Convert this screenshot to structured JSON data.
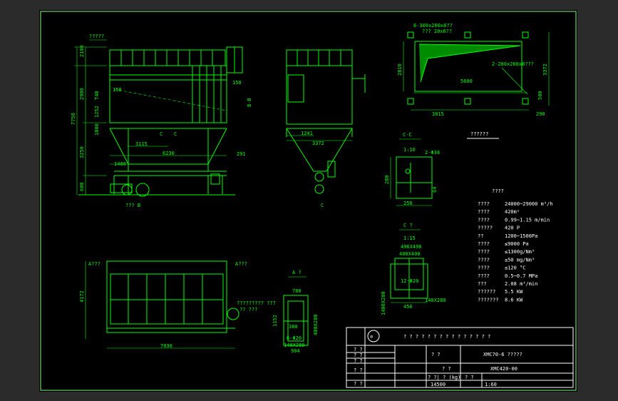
{
  "drawing": {
    "bg_outer": "#2b2b2b",
    "bg_paper": "#000000",
    "line_color": "#00ff00",
    "text_color": "#ffffff",
    "front_view": {
      "top_note": "?????",
      "dims_left": [
        "2100",
        "7758",
        "2900",
        "3250",
        "600"
      ],
      "inner_dims": [
        "T40",
        "1252",
        "1800",
        "150",
        "150",
        "1400",
        "3115",
        "6230",
        "291"
      ],
      "labels": [
        "B-B",
        "C",
        "C"
      ],
      "bottom_label": "??? B"
    },
    "side_view": {
      "dims": [
        "1241",
        "3372"
      ],
      "label": "C"
    },
    "top_right_view": {
      "notes": [
        "6-300x200x8??",
        "??? 20x6??"
      ],
      "note_inner": "2-280x200x8???",
      "dims": [
        "2810",
        "5600",
        "3015",
        "3372",
        "290",
        "500"
      ]
    },
    "section_cc": {
      "title": "C-C",
      "scale": "1:10",
      "note": "2-Φ38",
      "dims": [
        "250",
        "280",
        "64"
      ]
    },
    "section_note_title": "??????",
    "spec_title": "????",
    "specs": [
      {
        "label": "????",
        "value": "24000~29000 m³/h"
      },
      {
        "label": "????",
        "value": "420m²"
      },
      {
        "label": "????",
        "value": "0.99~1.15 m/min"
      },
      {
        "label": "?????",
        "value": "420 P"
      },
      {
        "label": "??",
        "value": "1200~1500Pa"
      },
      {
        "label": "????",
        "value": "≤9000 Pa"
      },
      {
        "label": "????",
        "value": "≤1300g/Nm³"
      },
      {
        "label": "????",
        "value": "≤50 mg/Nm³"
      },
      {
        "label": "????",
        "value": "≤120 °C"
      },
      {
        "label": "????",
        "value": "0.5~0.7 MPa"
      },
      {
        "label": "???",
        "value": "2.08 m³/min"
      },
      {
        "label": "??????",
        "value": "5.5 KW"
      },
      {
        "label": "???????",
        "value": "8.6 KW"
      }
    ],
    "section_c": {
      "title": "C ?",
      "scale": "1:15",
      "dims": [
        "496X496",
        "400X400",
        "12-Φ20",
        "456",
        "1400X280",
        "140X280"
      ]
    },
    "plan_view": {
      "label_a1": "A???",
      "label_a2": "A???",
      "note1": "????????? ???",
      "note2": "?? ???",
      "dims": [
        "4172",
        "7030"
      ]
    },
    "view_a": {
      "title": "A ?",
      "dims": [
        "780",
        "1152",
        "380",
        "6-Φ20",
        "400X280",
        "904",
        "140X280"
      ]
    },
    "title_block": {
      "title_big": "? ?  ? ? ? ? ? ? ? ? ? ? ? ? ?",
      "cell_qq": "? ?",
      "model": "XMC70-6  ?????",
      "code": "XMC420-00",
      "row_labels": [
        "? ?",
        "? ?",
        "? ?",
        "? ?",
        "? ?"
      ],
      "weight_label": "? ?| ? (kg)",
      "scale_label": "? ?",
      "weight": "14500",
      "scale": "1:60",
      "sheet_label": "? ?"
    }
  }
}
